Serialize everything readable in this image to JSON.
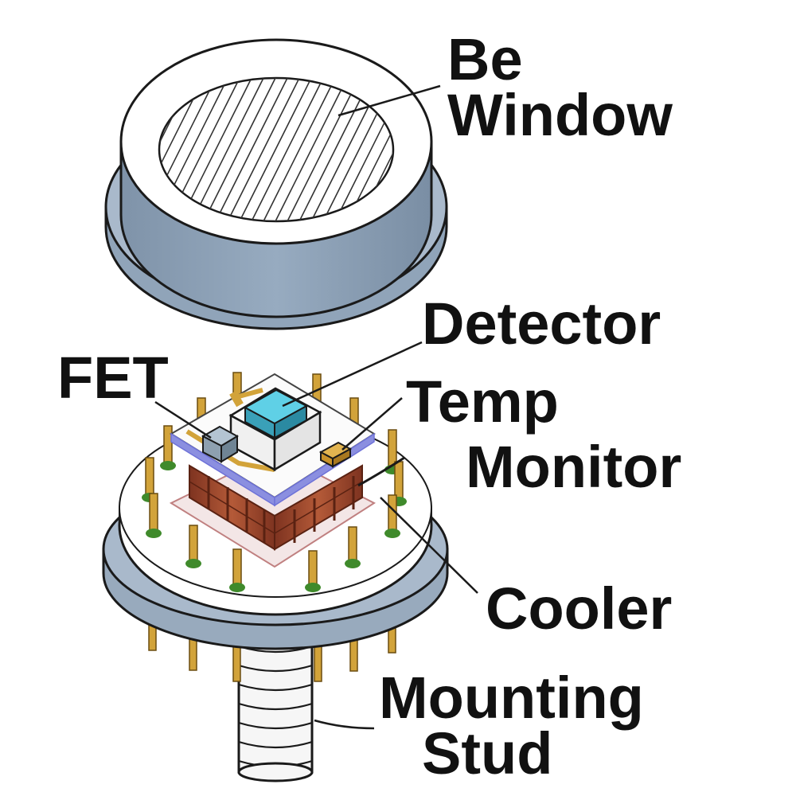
{
  "labels": {
    "window": [
      "Be",
      "Window"
    ],
    "detector": "Detector",
    "fet": "FET",
    "temp_monitor": [
      "Temp",
      "Monitor"
    ],
    "cooler": "Cooler",
    "mounting_stud": [
      "Mounting",
      "Stud"
    ]
  },
  "colors": {
    "outline": "#1a1a1a",
    "cap_metal": "#8fa2b8",
    "cap_metal_dark": "#6f8296",
    "cap_flange": "#a9b9cb",
    "header_flange": "#a9b9cb",
    "pin_gold": "#d2a33a",
    "pin_base_green": "#3f8a2b",
    "cooler_brown": "#a0482c",
    "detector_cyan": "#5fd0e6",
    "substrate_white": "#fbfbfb",
    "substrate_edge": "#6e72d8",
    "stud_white": "#f6f6f6"
  },
  "icons": [
    "be-window-cap",
    "detector-chip",
    "fet-transistor",
    "temp-sensor",
    "peltier-cooler",
    "header-pins",
    "mounting-stud"
  ]
}
